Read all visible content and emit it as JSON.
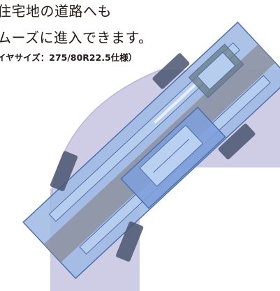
{
  "caption": {
    "line1": "住宅地の道路へも",
    "line2": "ムーズに進入できます。",
    "tire_spec": "イヤサイズ：275/80R22.5仕様）"
  },
  "colors": {
    "road": "#cfcde6",
    "truck_body": "#9eb9e3",
    "cab": "#7f9fd9",
    "tire": "#4a5570",
    "outline": "#4d6fae",
    "text": "#231815"
  },
  "icons": [
    "truck-top-view-illustration",
    "road-corner-illustration"
  ]
}
